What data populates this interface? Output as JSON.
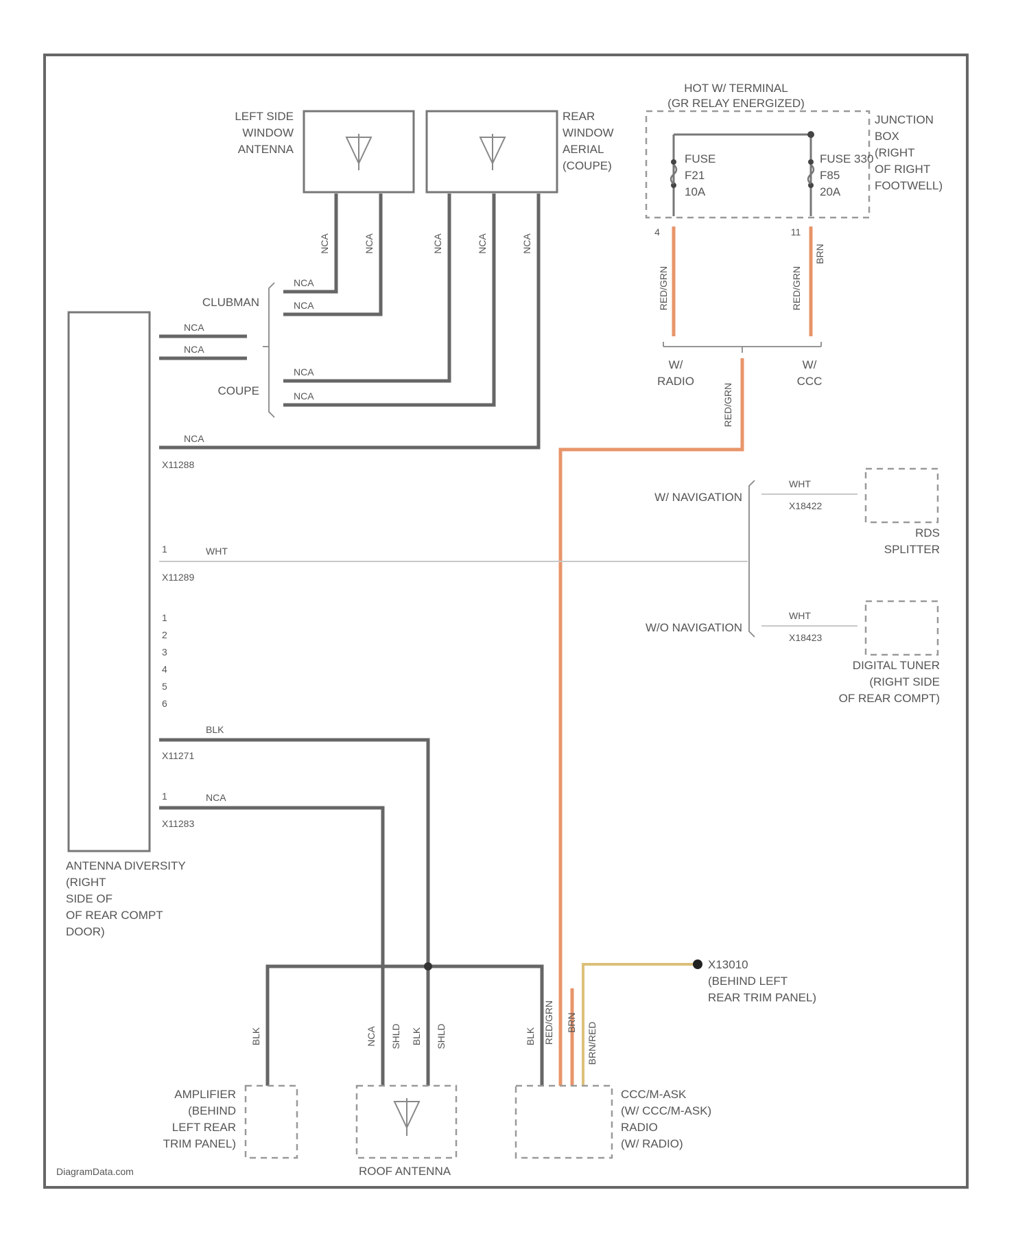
{
  "components": {
    "left_side_window_antenna": [
      "LEFT SIDE",
      "WINDOW",
      "ANTENNA"
    ],
    "rear_window_aerial": [
      "REAR",
      "WINDOW",
      "AERIAL",
      "(COUPE)"
    ],
    "hot_terminal": [
      "HOT W/ TERMINAL",
      "(GR RELAY ENERGIZED)"
    ],
    "junction_box": [
      "JUNCTION",
      "BOX",
      "(RIGHT",
      "OF RIGHT",
      "FOOTWELL)"
    ],
    "fuse_left": [
      "FUSE",
      "F21",
      "10A"
    ],
    "fuse_right": [
      "FUSE 330",
      "F85",
      "20A"
    ],
    "antenna_diversity": [
      "ANTENNA DIVERSITY",
      "(RIGHT",
      "SIDE OF",
      "OF REAR COMPT",
      "DOOR)"
    ],
    "rds_splitter": [
      "RDS",
      "SPLITTER"
    ],
    "digital_tuner": [
      "DIGITAL TUNER",
      "(RIGHT SIDE",
      "OF REAR COMPT)"
    ],
    "ground": [
      "X13010",
      "(BEHIND LEFT",
      "REAR TRIM PANEL)"
    ],
    "amplifier": [
      "AMPLIFIER",
      "(BEHIND",
      "LEFT REAR",
      "TRIM PANEL)"
    ],
    "roof_antenna": "ROOF ANTENNA",
    "radio": [
      "CCC/M-ASK",
      "(W/ CCC/M-ASK)",
      "RADIO",
      "(W/ RADIO)"
    ]
  },
  "labels": {
    "clubman": "CLUBMAN",
    "coupe": "COUPE",
    "w_navigation": "W/ NAVIGATION",
    "wo_navigation": "W/O NAVIGATION",
    "w_radio": [
      "W/",
      "RADIO"
    ],
    "w_ccc": [
      "W/",
      "CCC"
    ],
    "watermark": "DiagramData.com"
  },
  "wires": {
    "nca": "NCA",
    "wht": "WHT",
    "blk": "BLK",
    "red_grn": "RED/GRN",
    "red_grn_2": "RED/GRN",
    "brn": "BRN",
    "brn_red": "BRN/RED",
    "shld": "SHLD"
  },
  "connectors": {
    "x11288": "X11288",
    "x11289": "X11289",
    "x11271": "X11271",
    "x11283": "X11283",
    "x18422": "X18422",
    "x18423": "X18423"
  },
  "pins": {
    "f21_out": "4",
    "f85_out": "11",
    "div_wht": "1",
    "div_p1": "1",
    "div_p2": "2",
    "div_p3": "3",
    "div_p4": "4",
    "div_p5": "5",
    "div_p6": "6",
    "div_nca": "1"
  },
  "colors": {
    "wire_gray": "#666666",
    "wire_orange": "#e8956a",
    "wire_yellow": "#dcc07a",
    "wire_white": "#c8c8c8",
    "frame": "#666666"
  }
}
